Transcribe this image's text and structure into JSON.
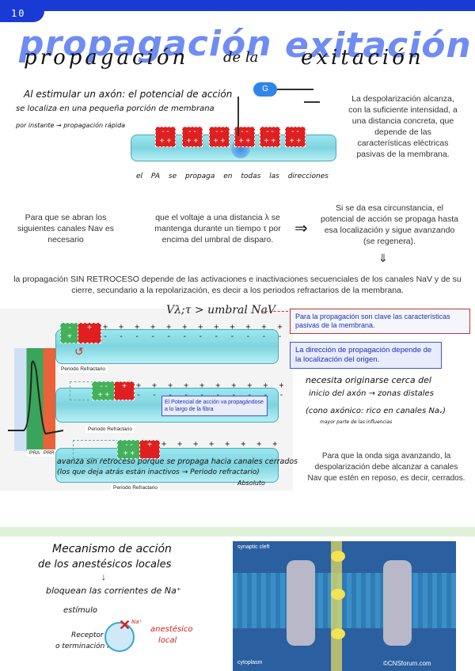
{
  "page": {
    "number": "10"
  },
  "title": {
    "word1": "propagación",
    "word2": "de la",
    "word3": "exitación"
  },
  "notes_top": {
    "line1": "Al estimular un axón: el potencial de acción",
    "line2": "se localiza en una pequeña porción de membrana",
    "line3": "por instante → propagación rápida",
    "line4": "el PA se propaga en todas las direcciones",
    "galvanometer": "G"
  },
  "text_right": "La despolarización alcanza, con la suficiente intensidad, a una distancia concreta, que depende de las características eléctricas pasivas de la membrana.",
  "flow": {
    "left": "Para que se abran los siguientes canales Nav es necesario",
    "middle": "que el voltaje a una distancia λ se mantenga durante un tiempo τ por encima del umbral de disparo.",
    "arrow": "⇒",
    "right": "Si se da esa circunstancia, el potencial de acción se propaga hasta esa localización y sigue avanzando (se regenera)."
  },
  "retroceso": "la propagación SIN RETROCESO depende de las activaciones e inactivaciones secuenciales de los canales NaV y de su cierre, secundario a la repolarización, es decir a los periodos refractarios de la membrana.",
  "figure": {
    "formula": "Vλ;τ > umbral NaV",
    "periodo": "Periodo Refractario",
    "tooltip": "El Potencial de acción va propagándose a lo largo de la fibra",
    "axis_labels": [
      "PRA",
      "PRR"
    ],
    "box1": "Para la propagación son clave las características pasivas de la membrana.",
    "box2": "La dirección de propagación depende de la localización del origen."
  },
  "notes_mid": {
    "line1": "necesita originarse cerca del",
    "line2": "inicio del axón → zonas distales",
    "line3": "(cono axónico: rico en canales Naᵥ)",
    "line4": "mayor parte de las influencias",
    "bottom1": "avanza sin retroceso porque se propaga hacia canales cerrados",
    "bottom2": "(los que deja atrás están inactivos → Periodo refractario)",
    "bottom3": "Absoluto"
  },
  "text_bottom_right": "Para que la onda siga avanzando, la despolarización debe alcanzar a canales Nav que estén en reposo, es decir, cerrados.",
  "mecanismo": {
    "title1": "Mecanismo de acción",
    "title2": "de los anestésicos locales",
    "line1": "bloquean las corrientes de Na⁺",
    "estimulo": "estímulo",
    "receptor": "Receptor",
    "terminacion": "o terminación libre",
    "anestesico1": "anestésico",
    "anestesico2": "local",
    "na": "Na⁺"
  },
  "membrane_fig": {
    "synaptic": "synaptic cleft",
    "credit": "©CNSforum.com",
    "cytoplasm": "cytoplasm"
  }
}
